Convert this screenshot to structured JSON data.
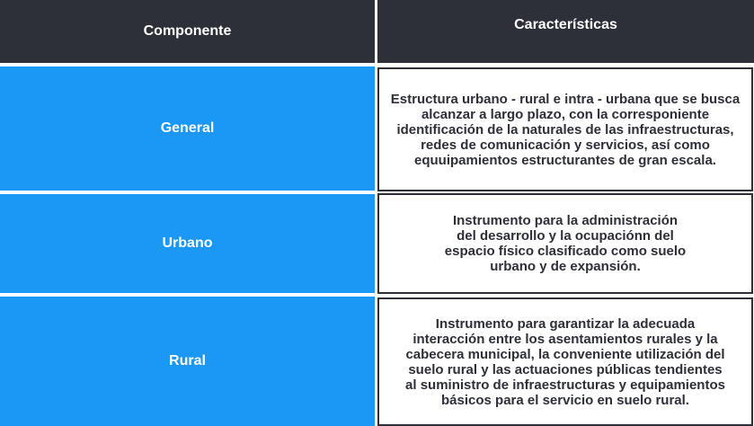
{
  "header": {
    "component_label": "Componente",
    "characteristics_label": "Características"
  },
  "rows": [
    {
      "component": "General",
      "description": "Estructura urbano - rural e intra - urbana que se busca alcanzar a largo plazo, con la corresponiente identificación de la naturales de las infraestructuras, redes de comunicación y servicios, así como equuipamientos estructurantes de gran escala."
    },
    {
      "component": "Urbano",
      "description": "Instrumento para la administración del desarrollo y la ocupaciónn del espacio físico clasificado como suelo urbano y de expansión."
    },
    {
      "component": "Rural",
      "description": "Instrumento para garantizar la adecuada interacción entre los asentamientos rurales y la cabecera municipal, la conveniente utilización del suelo rural y las actuaciones públicas tendientes al suministro de infraestructuras y equipamientos básicos para el servicio en suelo rural."
    }
  ],
  "colors": {
    "header_bg": "#2d3038",
    "component_bg": "#1b98f5",
    "text_dark": "#2d3038"
  }
}
